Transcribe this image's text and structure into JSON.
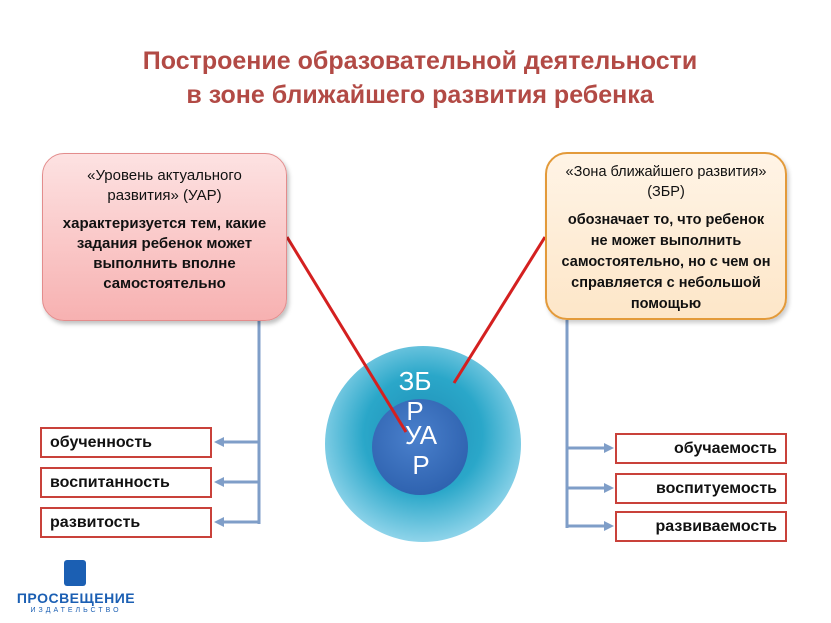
{
  "title": {
    "line1": "Построение образовательной деятельности",
    "line2": "в зоне ближайшего развития ребенка"
  },
  "left_callout": {
    "heading": "«Уровень актуального развития» (УАР)",
    "body": "характеризуется тем, какие задания ребенок может выполнить вполне самостоятельно"
  },
  "right_callout": {
    "heading": "«Зона ближайшего развития» (ЗБР)",
    "body": "обозначает то, что ребенок не может выполнить самостоятельно, но с чем он справляется с небольшой помощью"
  },
  "circles": {
    "outer_label": "ЗБ Р",
    "inner_label": "УА Р"
  },
  "left_items": [
    "обученность",
    "воспитанность",
    "развитость"
  ],
  "right_items": [
    "обучаемость",
    "воспитуемость",
    "развиваемость"
  ],
  "logo": {
    "name": "ПРОСВЕЩЕНИЕ",
    "sub": "ИЗДАТЕЛЬСТВО"
  },
  "colors": {
    "title": "#b24a45",
    "connector_red": "#d42020",
    "tree_blue": "#7f9ec8",
    "outer_circle": "#2aa7c9",
    "inner_circle": "#3a72c0",
    "box_border": "#c9413a"
  }
}
